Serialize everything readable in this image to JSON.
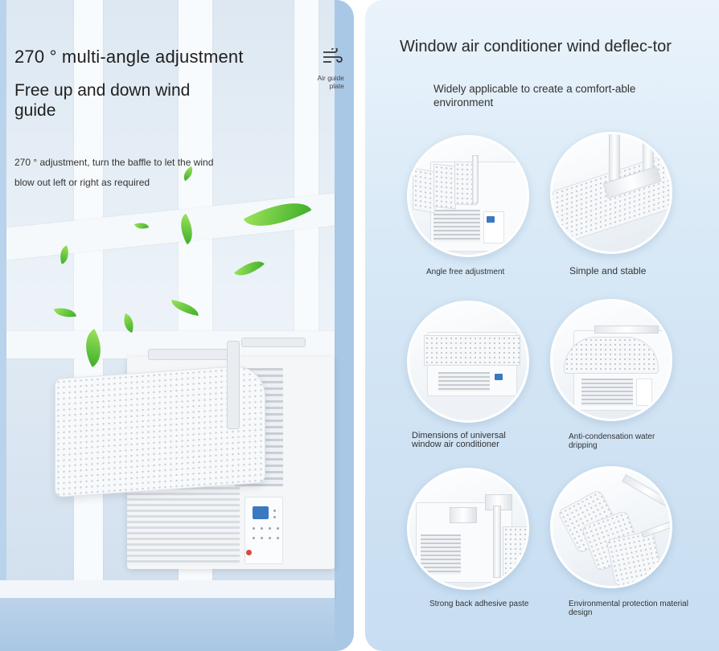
{
  "left_panel": {
    "title": "270 ° multi-angle adjustment",
    "subtitle": "Free up and down wind guide",
    "description": "270 ° adjustment, turn the baffle to let the wind blow out left or right as required",
    "guide_icon": "air-guide-plate-icon",
    "guide_label": "Air guide plate"
  },
  "right_panel": {
    "title": "Window air conditioner wind deflec-tor",
    "subtitle": "Widely applicable to create a comfort-able environment",
    "features": [
      {
        "label": "Angle free adjustment"
      },
      {
        "label": "Simple and stable"
      },
      {
        "label": "Dimensions of universal window air conditioner"
      },
      {
        "label": "Anti-condensation water dripping"
      },
      {
        "label": "Strong back adhesive paste"
      },
      {
        "label": "Environmental protection material design"
      }
    ]
  },
  "colors": {
    "wall_blue": "#a9c8e6",
    "leaf_green": "#5cc33a",
    "display_blue": "#3a78c2",
    "panel_bg": "#d7e8f6"
  }
}
